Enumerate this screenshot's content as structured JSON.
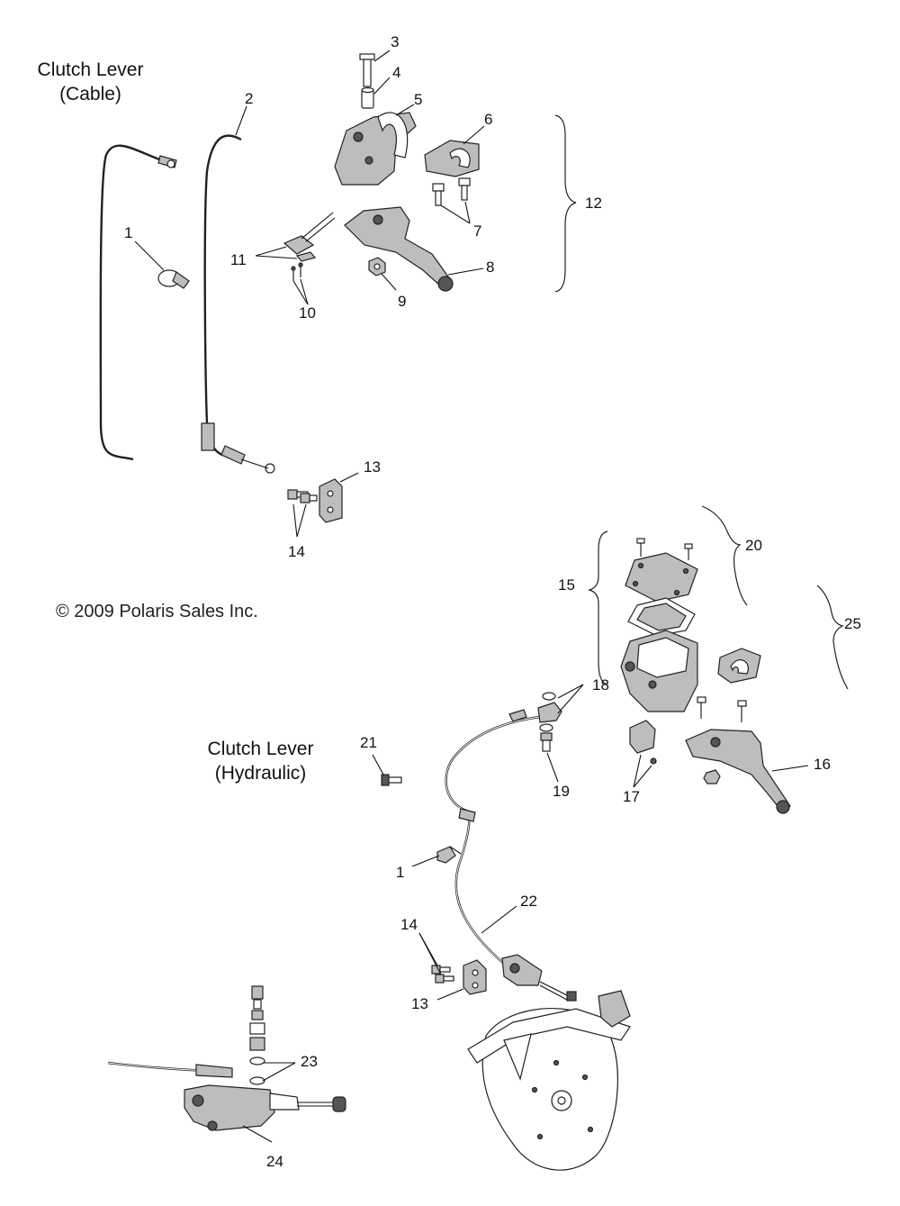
{
  "titles": {
    "cable": [
      "Clutch Lever",
      "(Cable)"
    ],
    "hydraulic": [
      "Clutch Lever",
      "(Hydraulic)"
    ]
  },
  "copyright": "© 2009 Polaris Sales Inc.",
  "callouts": {
    "c1a": "1",
    "c2": "2",
    "c3": "3",
    "c4": "4",
    "c5": "5",
    "c6": "6",
    "c7": "7",
    "c8": "8",
    "c9": "9",
    "c10": "10",
    "c11": "11",
    "c12": "12",
    "c13a": "13",
    "c14a": "14",
    "c15": "15",
    "c16": "16",
    "c17": "17",
    "c18": "18",
    "c19": "19",
    "c20": "20",
    "c21": "21",
    "c1b": "1",
    "c22": "22",
    "c14b": "14",
    "c13b": "13",
    "c23": "23",
    "c24": "24",
    "c25": "25"
  }
}
